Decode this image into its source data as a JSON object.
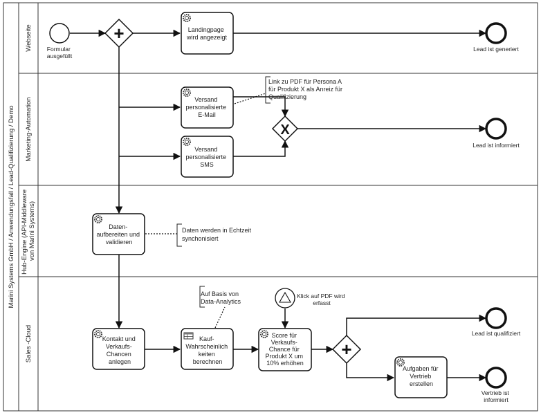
{
  "pool": {
    "title": "Marini Systems GmbH / Anwendungsfall / Lead-Qualifizierung / Demo"
  },
  "lanes": [
    {
      "id": "webseite",
      "label": [
        "Webseite"
      ]
    },
    {
      "id": "marketing",
      "label": [
        "Marketing-Automation"
      ]
    },
    {
      "id": "hub",
      "label": [
        "Hub-Engine (API-Middleware",
        "von Marini Systems)"
      ]
    },
    {
      "id": "sales",
      "label": [
        "Sales -Cloud"
      ]
    }
  ],
  "events": {
    "start": [
      "Formular",
      "ausgefüllt"
    ],
    "end_generiert": [
      "Lead ist generiert"
    ],
    "end_informiert": [
      "Lead ist informiert"
    ],
    "signal": [
      "Klick auf PDF wird",
      "erfasst"
    ],
    "end_qualifiziert": [
      "Lead ist qualifiziert"
    ],
    "end_vertrieb": [
      "Vertrieb ist",
      "informiert"
    ]
  },
  "tasks": {
    "landingpage": [
      "Landingpage",
      "wird angezeigt"
    ],
    "email": [
      "Versand",
      "personalisierte",
      "E-Mail"
    ],
    "sms": [
      "Versand",
      "personalisierte",
      "SMS"
    ],
    "daten": [
      "Daten-",
      "aufbereiten und",
      "validieren"
    ],
    "kontakt": [
      "Kontakt und",
      "Verkaufs-",
      "Chancen",
      "anlegen"
    ],
    "kauf": [
      "Kauf-",
      "Wahrscheinlich",
      "keiten",
      "berechnen"
    ],
    "score": [
      "Score für",
      "Verkaufs-",
      "Chance für",
      "Produkt X um",
      "10% erhöhen"
    ],
    "aufgaben": [
      "Aufgaben für",
      "Vertrieb",
      "erstellen"
    ]
  },
  "annotations": {
    "pdf": [
      "Link zu PDF für Persona A",
      "für Produkt X als Anreiz für",
      "Qualifizierung"
    ],
    "echtzeit": [
      "Daten werden in Echtzeit",
      "synchonisiert"
    ],
    "analytics": [
      "Auf Basis von",
      "Data-Analytics"
    ]
  },
  "gateways": {
    "parallel_symbol": "+",
    "exclusive_symbol": "X"
  }
}
